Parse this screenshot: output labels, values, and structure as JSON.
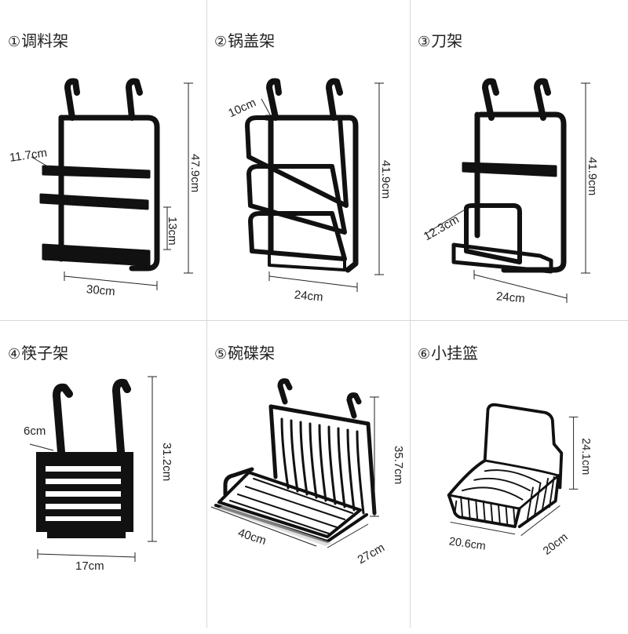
{
  "colors": {
    "background": "#ffffff",
    "divider": "#d8d8d8",
    "rack": "#111111",
    "text": "#222222"
  },
  "products": [
    {
      "number": "①",
      "name": "调料架",
      "dims": {
        "width": "30cm",
        "depth": "11.7cm",
        "height": "47.9cm",
        "shelf_gap": "13cm"
      }
    },
    {
      "number": "②",
      "name": "锅盖架",
      "dims": {
        "width": "24cm",
        "hook": "10cm",
        "height": "41.9cm"
      }
    },
    {
      "number": "③",
      "name": "刀架",
      "dims": {
        "width": "24cm",
        "depth": "12.3cm",
        "height": "41.9cm"
      }
    },
    {
      "number": "④",
      "name": "筷子架",
      "dims": {
        "width": "17cm",
        "depth": "6cm",
        "height": "31.2cm"
      }
    },
    {
      "number": "⑤",
      "name": "碗碟架",
      "dims": {
        "width": "40cm",
        "depth": "27cm",
        "height": "35.7cm"
      }
    },
    {
      "number": "⑥",
      "name": "小挂篮",
      "dims": {
        "width": "20.6cm",
        "depth": "20cm",
        "height": "24.1cm"
      }
    }
  ]
}
